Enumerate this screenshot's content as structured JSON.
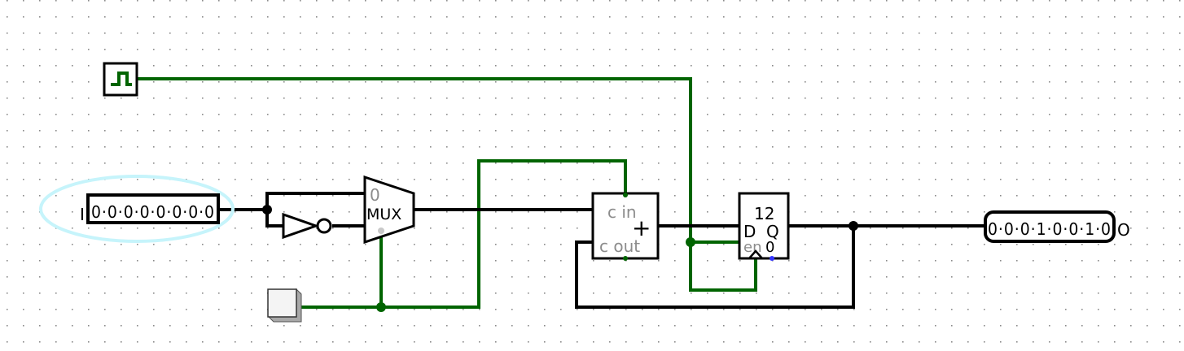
{
  "input_pin": {
    "label": "I",
    "value": "00000000",
    "highlighted": true
  },
  "output_pin": {
    "label": "O",
    "value": "00010010"
  },
  "mux": {
    "label": "MUX",
    "select_label": "0"
  },
  "adder": {
    "cin_label": "c in",
    "cout_label": "c out",
    "op_symbol": "+"
  },
  "register": {
    "width_label": "12",
    "d_label": "D",
    "q_label": "Q",
    "en_label": "en",
    "en_value": "0"
  },
  "colors": {
    "wire_black": "#000000",
    "wire_green": "#006400",
    "highlight": "#c6f4fb",
    "grid_dot": "#8a8a8a",
    "clock_dot": "#3333ff"
  },
  "icons": {
    "clock": "clock-square-wave-icon",
    "button": "push-button-icon",
    "inverter": "not-gate-icon"
  }
}
